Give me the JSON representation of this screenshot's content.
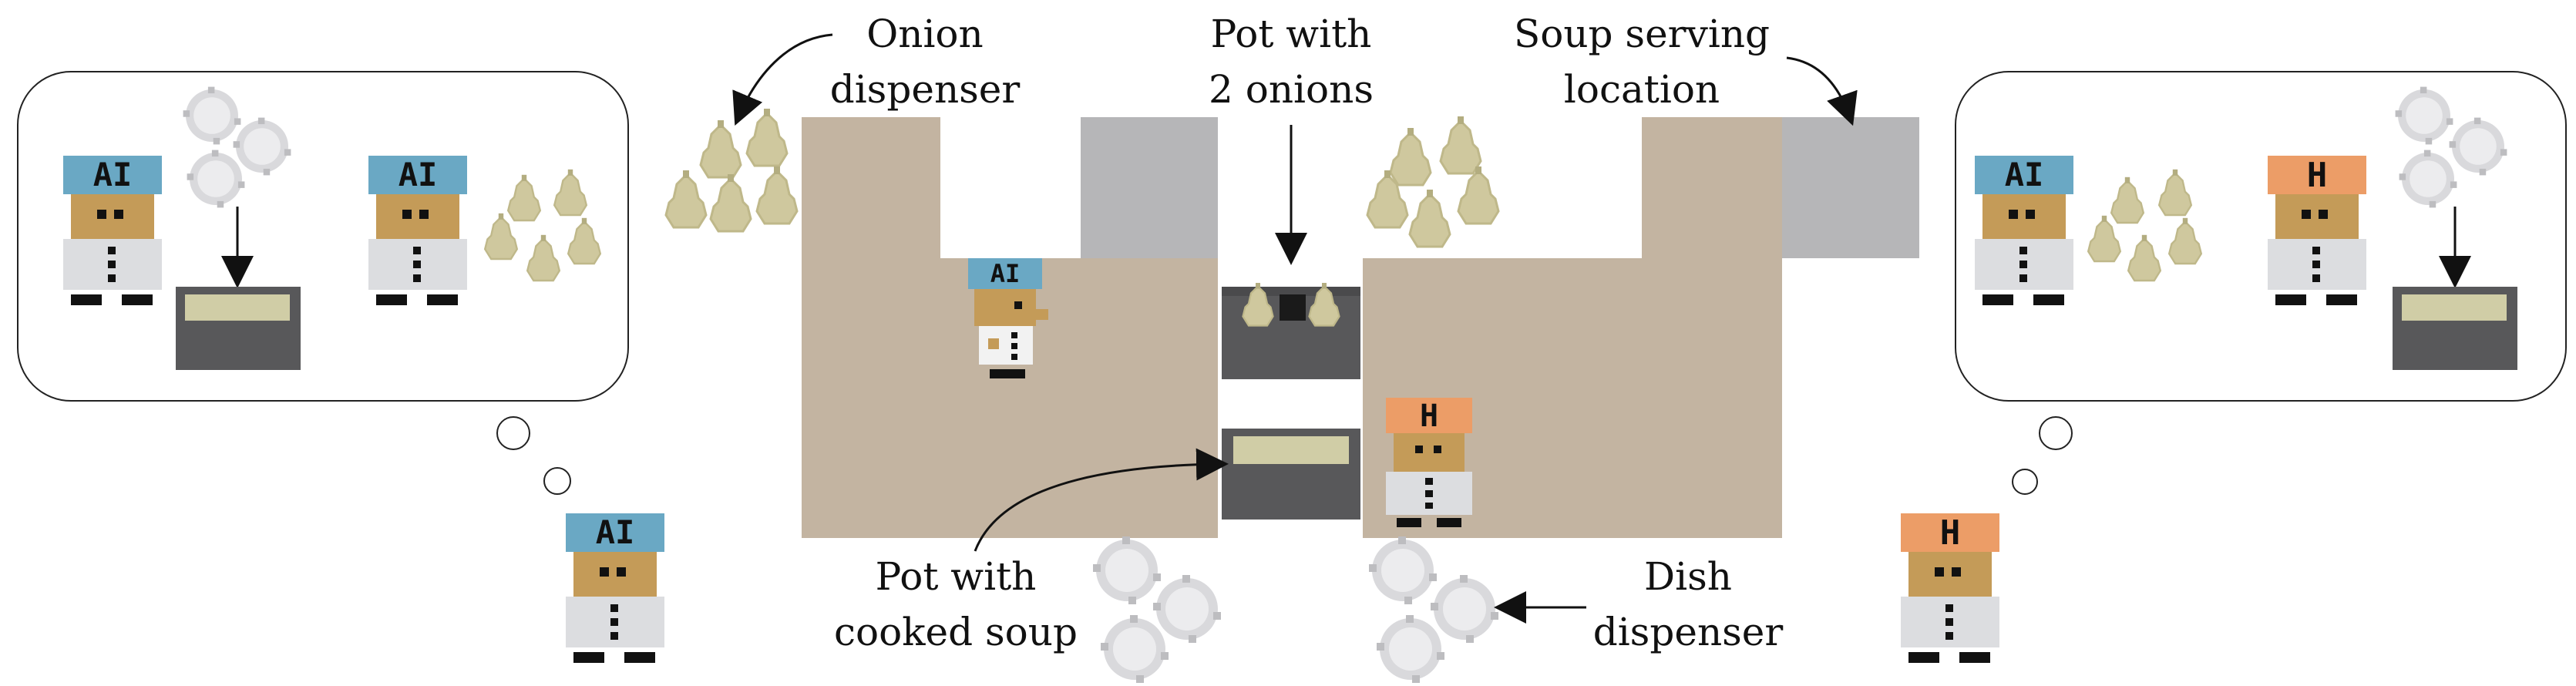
{
  "labels": {
    "onion_dispenser_1": "Onion",
    "onion_dispenser_2": "dispenser",
    "pot_two_1": "Pot with",
    "pot_two_2": "2 onions",
    "serving_1": "Soup serving",
    "serving_2": "location",
    "pot_cooked_1": "Pot with",
    "pot_cooked_2": "cooked soup",
    "dish_1": "Dish",
    "dish_2": "dispenser"
  },
  "agents": {
    "ai_tag": "AI",
    "human_tag": "H"
  },
  "colors": {
    "floor": "#c3b4a1",
    "counter_gray": "#b6b6b8",
    "pot_dark": "#58585a",
    "soup": "#d0cda6",
    "onion": "#cfc89e",
    "ai_hat": "#6aa8c4",
    "human_hat": "#ec9d67",
    "skin": "#c49b58"
  }
}
